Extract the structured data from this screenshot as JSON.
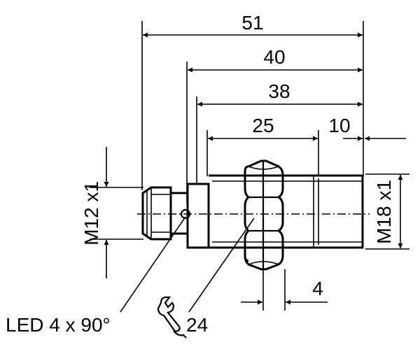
{
  "drawing": {
    "dimensions": {
      "overall_length": "51",
      "housing_length": "40",
      "thread_length": "38",
      "nut_position": "25",
      "front_length": "10",
      "nut_thickness": "4"
    },
    "threads": {
      "connector_thread": "M12 x1",
      "body_thread": "M18 x1"
    },
    "callouts": {
      "led": "LED 4 x 90°",
      "wrench_size": "24"
    },
    "icons": [
      "wrench-icon"
    ]
  }
}
